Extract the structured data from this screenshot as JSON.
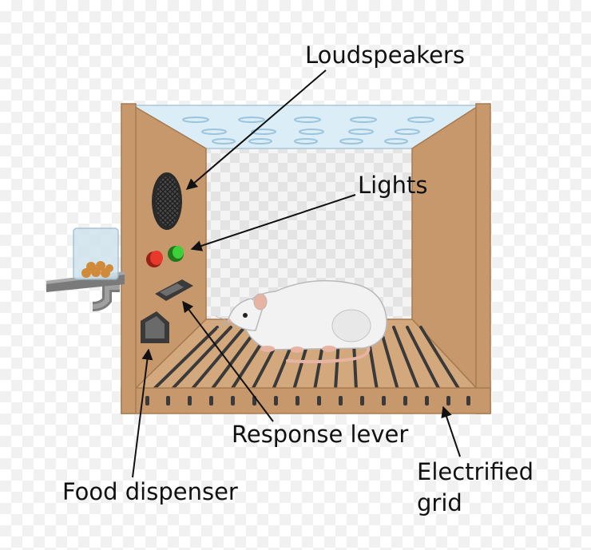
{
  "labels": {
    "loudspeakers": "Loudspeakers",
    "lights": "Lights",
    "response_lever": "Response lever",
    "food_dispenser": "Food dispenser",
    "electrified_grid_line1": "Electrified",
    "electrified_grid_line2": "grid"
  },
  "colors": {
    "wood": "#c7986c",
    "wood_dark": "#a87a50",
    "floor": "#d2a87c",
    "glass": "#dbeef7",
    "light_red": "#e83a2a",
    "light_green": "#3fcf3a",
    "food_pellet": "#d08a3a",
    "rat_body": "#f2f2f2",
    "rat_tail": "#e7b3a3"
  },
  "icons": [
    "loudspeaker-icon",
    "light-icon",
    "lever-icon",
    "food-dispenser-icon",
    "water-bottle-icon",
    "rat-icon"
  ]
}
